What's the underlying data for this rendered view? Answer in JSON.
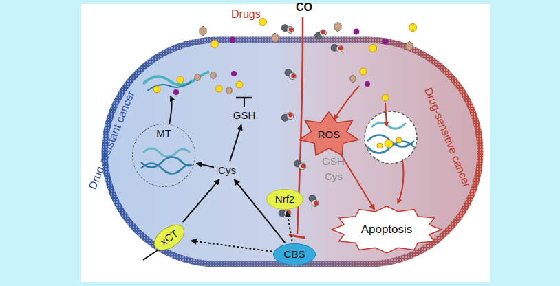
{
  "diagram": {
    "nodes": [
      {
        "text": [
          "MT"
        ]
      },
      {
        "text": [
          "GSH"
        ]
      },
      {
        "text": [
          "Cys"
        ]
      },
      {
        "text": [
          "Nrf2"
        ]
      },
      {
        "text": [
          "xCT"
        ]
      },
      {
        "text": [
          "CBS"
        ]
      },
      {
        "text": [
          "ROS"
        ]
      },
      {
        "text": [
          "Apoptosis"
        ]
      }
    ],
    "edges": [
      {
        "from": 2,
        "to": 0,
        "arrow": "to"
      },
      {
        "from": 2,
        "to": 1,
        "arrow": "to"
      },
      {
        "from": 4,
        "to": 2,
        "arrow": "to"
      },
      {
        "from": 5,
        "to": 2,
        "arrow": "to"
      },
      {
        "from": 5,
        "to": 3,
        "arrow": "to"
      },
      {
        "from": 5,
        "to": 4,
        "arrow": "to"
      },
      {
        "from": 6,
        "to": 7,
        "arrow": "to"
      }
    ],
    "labels": [
      "Drugs",
      "CO",
      "Drug-resistant cancer",
      "Drug-sensitive cancer",
      "GSH",
      "Cys"
    ]
  }
}
